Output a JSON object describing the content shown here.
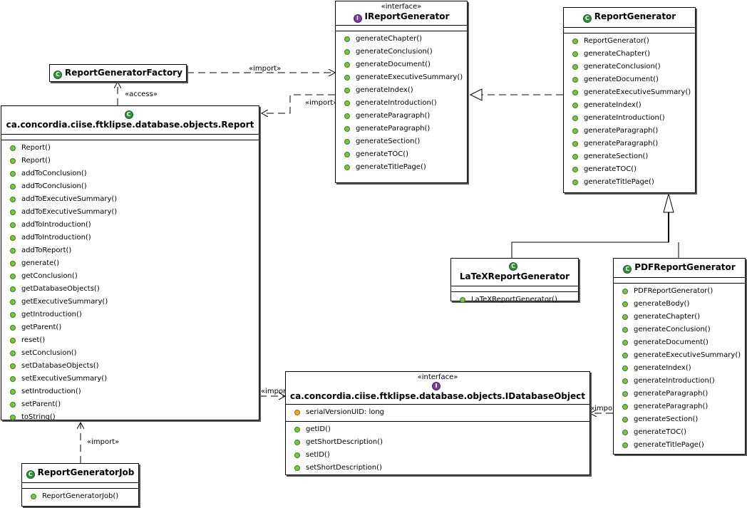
{
  "stereotypes": {
    "interface": "«interface»"
  },
  "links": {
    "import": "«import»",
    "access": "«access»"
  },
  "classes": {
    "report_generator_factory": {
      "name": "ReportGeneratorFactory"
    },
    "report": {
      "name": "ca.concordia.ciise.ftklipse.database.objects.Report",
      "methods": [
        "Report()",
        "Report()",
        "addToConclusion()",
        "addToConclusion()",
        "addToExecutiveSummary()",
        "addToExecutiveSummary()",
        "addToIntroduction()",
        "addToIntroduction()",
        "addToReport()",
        "generate()",
        "getConclusion()",
        "getDatabaseObjects()",
        "getExecutiveSummary()",
        "getIntroduction()",
        "getParent()",
        "reset()",
        "setConclusion()",
        "setDatabaseObjects()",
        "setExecutiveSummary()",
        "setIntroduction()",
        "setParent()",
        "toString()"
      ]
    },
    "ireport_generator": {
      "name": "IReportGenerator",
      "methods": [
        "generateChapter()",
        "generateConclusion()",
        "generateDocument()",
        "generateExecutiveSummary()",
        "generateIndex()",
        "generateIntroduction()",
        "generateParagraph()",
        "generateParagraph()",
        "generateSection()",
        "generateTOC()",
        "generateTitlePage()"
      ]
    },
    "report_generator": {
      "name": "ReportGenerator",
      "methods": [
        "ReportGenerator()",
        "generateChapter()",
        "generateConclusion()",
        "generateDocument()",
        "generateExecutiveSummary()",
        "generateIndex()",
        "generateIntroduction()",
        "generateParagraph()",
        "generateParagraph()",
        "generateSection()",
        "generateTOC()",
        "generateTitlePage()"
      ]
    },
    "latex_report_generator": {
      "name": "LaTeXReportGenerator",
      "methods": [
        "LaTeXReportGenerator()"
      ]
    },
    "pdf_report_generator": {
      "name": "PDFReportGenerator",
      "methods": [
        "PDFReportGenerator()",
        "generateBody()",
        "generateChapter()",
        "generateConclusion()",
        "generateDocument()",
        "generateExecutiveSummary()",
        "generateIndex()",
        "generateIntroduction()",
        "generateParagraph()",
        "generateParagraph()",
        "generateSection()",
        "generateTOC()",
        "generateTitlePage()"
      ]
    },
    "idatabase_object": {
      "name": "ca.concordia.ciise.ftklipse.database.objects.IDatabaseObject",
      "fields": [
        "serialVersionUID: long"
      ],
      "methods": [
        "getID()",
        "getShortDescription()",
        "setID()",
        "setShortDescription()"
      ]
    },
    "report_generator_job": {
      "name": "ReportGeneratorJob",
      "methods": [
        "ReportGeneratorJob()"
      ]
    }
  },
  "colors": {
    "class_icon": "#2f8f3b",
    "interface_icon": "#7b3f99",
    "method_icon": "#7cc045",
    "warning_icon": "#e8b020"
  }
}
